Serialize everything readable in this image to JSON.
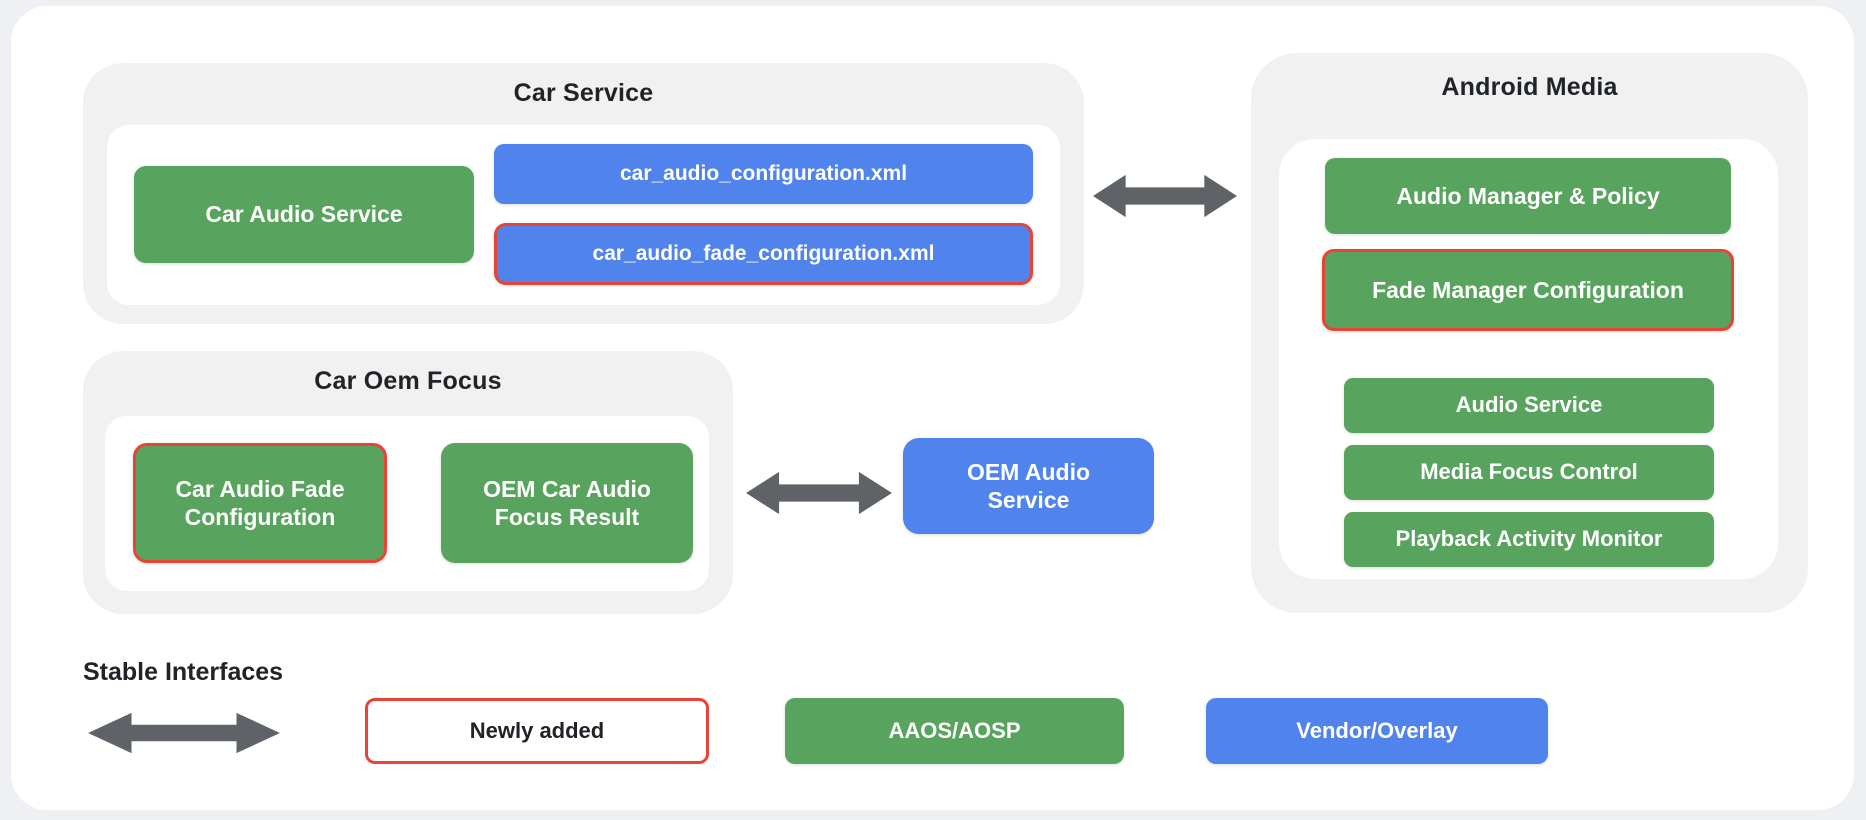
{
  "colors": {
    "page_bg": "#EEF0F3",
    "card_bg": "#FFFFFF",
    "container_bg": "#F1F1F2",
    "panel_bg": "#FFFFFF",
    "aaos_green": "#58A35D",
    "vendor_blue": "#5183EC",
    "newly_added_red": "#E84335",
    "arrow_gray": "#5F6368",
    "title_text": "#202327"
  },
  "car_service": {
    "title": "Car Service",
    "audio_service_label": "Car Audio Service",
    "config_xml_label": "car_audio_configuration.xml",
    "fade_config_xml_label": "car_audio_fade_configuration.xml"
  },
  "android_media": {
    "title": "Android Media",
    "boxes": [
      {
        "label": "Audio Manager & Policy",
        "highlighted": false
      },
      {
        "label": "Fade Manager Configuration",
        "highlighted": true
      },
      {
        "label": "Audio Service",
        "highlighted": false
      },
      {
        "label": "Media Focus Control",
        "highlighted": false
      },
      {
        "label": "Playback Activity Monitor",
        "highlighted": false
      }
    ]
  },
  "car_oem_focus": {
    "title": "Car Oem Focus",
    "fade_config_label": "Car Audio Fade Configuration",
    "focus_result_label": "OEM Car Audio Focus Result"
  },
  "oem_audio_service": {
    "label": "OEM Audio Service"
  },
  "legend": {
    "stable_interfaces_label": "Stable Interfaces",
    "newly_added_label": "Newly added",
    "aaos_label": "AAOS/AOSP",
    "vendor_label": "Vendor/Overlay"
  }
}
